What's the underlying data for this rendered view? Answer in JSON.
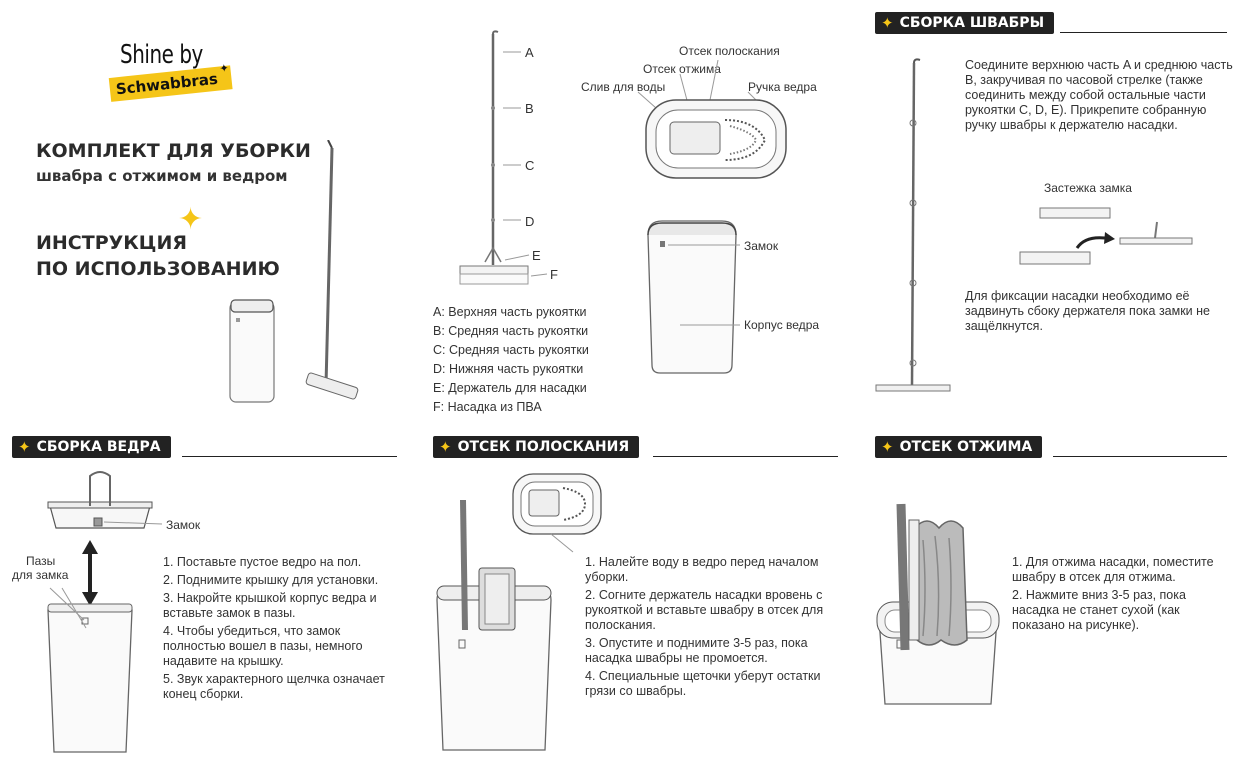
{
  "brand": {
    "line1": "Shine by",
    "line2": "Schwabbras"
  },
  "title": {
    "heading": "КОМПЛЕКТ ДЛЯ УБОРКИ",
    "subheading": "швабра с отжимом и ведром",
    "instr_line1": "ИНСТРУКЦИЯ",
    "instr_line2": "ПО ИСПОЛЬЗОВАНИЮ"
  },
  "handle_parts": {
    "letters": [
      "A",
      "B",
      "C",
      "D",
      "E",
      "F"
    ],
    "legend": [
      "A: Верхняя часть рукоятки",
      "B: Средняя часть рукоятки",
      "C: Средняя часть рукоятки",
      "D: Нижняя часть рукоятки",
      "E: Держатель для насадки",
      "F: Насадка из ПВА"
    ]
  },
  "bucket_labels": {
    "rinse": "Отсек полоскания",
    "squeeze": "Отсек отжима",
    "drain": "Слив для воды",
    "handle": "Ручка ведра",
    "lock": "Замок",
    "body": "Корпус ведра"
  },
  "mop_assembly": {
    "heading": "СБОРКА ШВАБРЫ",
    "text1": "Соедините верхнюю часть A и среднюю часть B, закручивая по часовой стрелке (также соединить между собой остальные части рукоятки C, D, E). Прикрепите собранную ручку швабры к держателю насадки.",
    "lock_clasp": "Застежка замка",
    "text2": "Для фиксации насадки необходимо её задвинуть сбоку держателя пока замки не защёлкнутся."
  },
  "bucket_assembly": {
    "heading": "СБОРКА ВЕДРА",
    "lock": "Замок",
    "slots_line1": "Пазы",
    "slots_line2": "для замка",
    "steps": [
      "1. Поставьте пустое ведро на пол.",
      "2. Поднимите крышку для установки.",
      "3. Накройте крышкой корпус ведра и вставьте замок в пазы.",
      "4. Чтобы убедиться, что замок полностью вошел в пазы, немного надавите на крышку.",
      "5. Звук характерного щелчка означает конец сборки."
    ]
  },
  "rinse_section": {
    "heading": "ОТСЕК ПОЛОСКАНИЯ",
    "steps": [
      "1. Налейте воду в ведро перед началом уборки.",
      "2. Согните держатель насадки вровень с рукояткой и вставьте швабру в отсек для полоскания.",
      "3. Опустите и поднимите 3-5 раз, пока насадка швабры не промоется.",
      "4. Специальные щеточки уберут остатки грязи со швабры."
    ]
  },
  "squeeze_section": {
    "heading": "ОТСЕК ОТЖИМА",
    "steps": [
      "1. Для отжима насадки, поместите швабру в отсек для отжима.",
      "2. Нажмите вниз 3-5 раз, пока насадка не станет сухой (как показано на рисунке)."
    ]
  },
  "colors": {
    "accent": "#f5c518",
    "dark": "#222222",
    "line": "#999999"
  }
}
